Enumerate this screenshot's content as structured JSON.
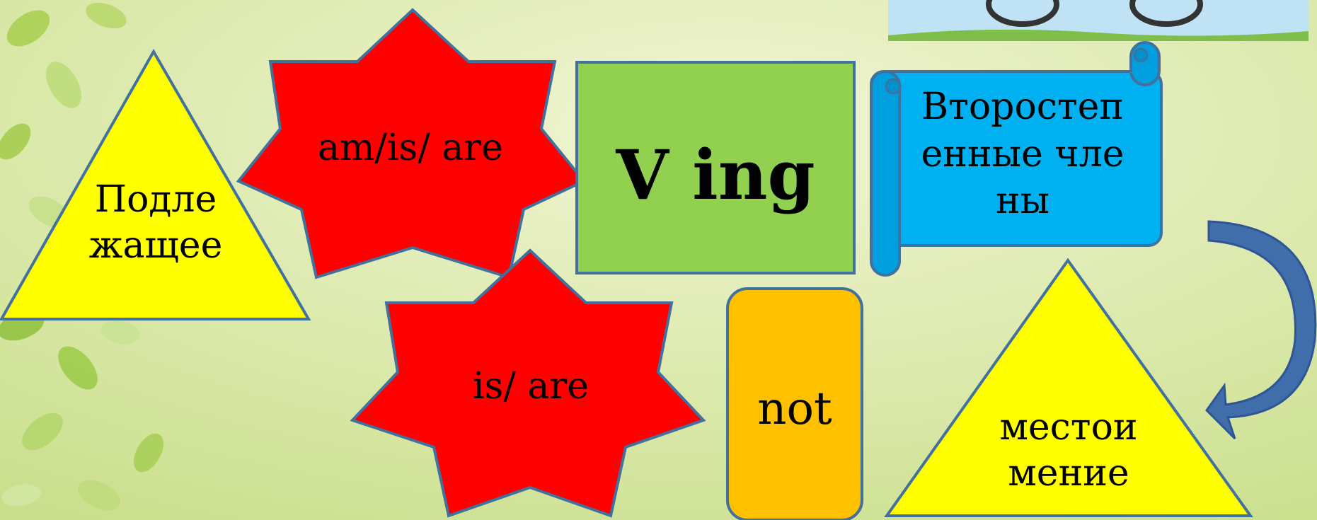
{
  "slide": {
    "background_color": "#d6e6a0",
    "shapes": {
      "subject_triangle": {
        "text": "Подлежащее",
        "fill": "#ffff00"
      },
      "auxiliary_star_top": {
        "text": "am/is/ are",
        "fill": "#ff0000"
      },
      "ving_box": {
        "text": "V ing",
        "fill": "#92d050"
      },
      "secondary_scroll": {
        "text": "Второстепенные члены",
        "fill": "#00b0f0"
      },
      "auxiliary_star_bottom": {
        "text": "is/ are",
        "fill": "#ff0000"
      },
      "not_box": {
        "text": "not",
        "fill": "#ffc000"
      },
      "pronoun_triangle": {
        "text": "местоимение",
        "fill": "#ffff00"
      }
    },
    "arrow_color": "#3f6eab",
    "outline_color": "#41719c",
    "picture_label": "bicycle-picture"
  }
}
